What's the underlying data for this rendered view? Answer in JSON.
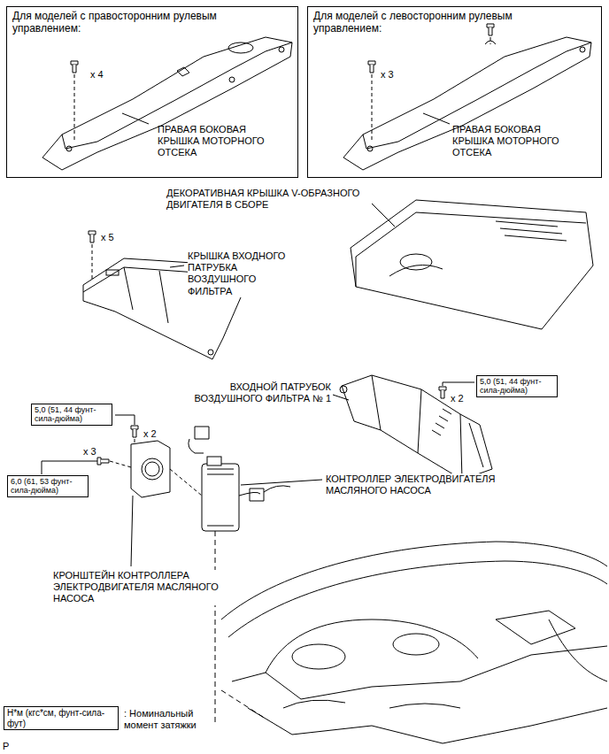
{
  "diagram": {
    "nodes": [
      {
        "text": [
          "Для моделей с правосторонним рулевым управлением:",
          "x 4",
          "ПРАВАЯ БОКОВАЯ КРЫШКА МОТОРНОГО ОТСЕКА"
        ]
      },
      {
        "text": [
          "Для моделей с левосторонним рулевым управлением:",
          "x 3",
          "ПРАВАЯ БОКОВАЯ КРЫШКА МОТОРНОГО ОТСЕКА"
        ]
      },
      {
        "text": [
          "5,0 (51, 44 фунт-сила-дюйма)"
        ]
      },
      {
        "text": [
          "5,0 (51, 44 фунт-сила-дюйма)"
        ]
      },
      {
        "text": [
          "6,0 (61, 53 фунт-сила-дюйма)"
        ]
      },
      {
        "text": [
          "Н*м (кгс*см, фунт-сила-фут)"
        ]
      }
    ],
    "labels": [
      "ДЕКОРАТИВНАЯ КРЫШКА V-ОБРАЗНОГО ДВИГАТЕЛЯ В СБОРЕ",
      "x 5",
      "КРЫШКА ВХОДНОГО ПАТРУБКА ВОЗДУШНОГО ФИЛЬТРА",
      "ВХОДНОЙ ПАТРУБОК ВОЗДУШНОГО ФИЛЬТРА № 1",
      "x 2",
      "x 2",
      "x 3",
      "КОНТРОЛЛЕР ЭЛЕКТРОДВИГАТЕЛЯ МАСЛЯНОГО НАСОСА",
      "КРОНШТЕЙН КОНТРОЛЛЕРА ЭЛЕКТРОДВИГАТЕЛЯ МАСЛЯНОГО НАСОСА",
      ": Номинальный момент затяжки",
      "P"
    ]
  }
}
